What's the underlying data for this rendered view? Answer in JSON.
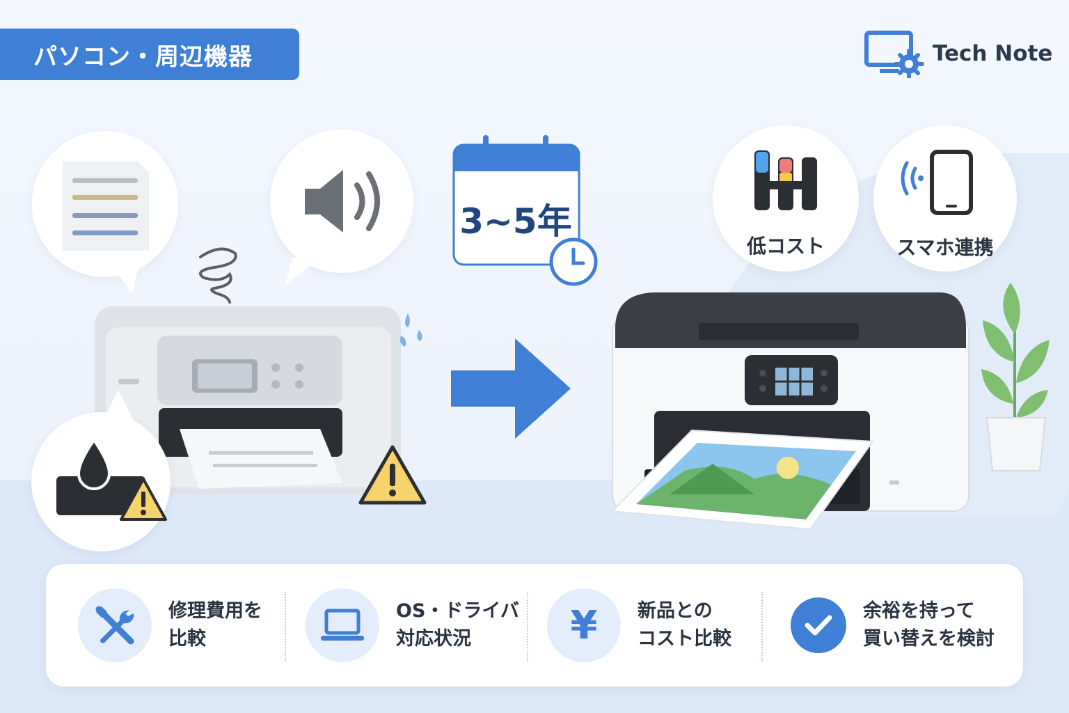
{
  "header": {
    "category_label": "パソコン・周辺機器",
    "brand_name": "Tech Note",
    "brand_icon": "monitor-gear-icon"
  },
  "illustration": {
    "old_printer_icons": [
      "faded-document-icon",
      "speaker-noise-icon",
      "ink-leak-icon",
      "warning-icon",
      "tangle-icon"
    ],
    "calendar_text": "3~5年",
    "arrow_icon": "right-arrow-icon",
    "new_printer_features": [
      {
        "icon": "ink-tank-icon",
        "label": "低コスト"
      },
      {
        "icon": "smartphone-wifi-icon",
        "label": "スマホ連携"
      }
    ]
  },
  "features": [
    {
      "icon": "tools-icon",
      "line1": "修理費用を",
      "line2": "比較"
    },
    {
      "icon": "laptop-icon",
      "line1": "OS・ドライバ",
      "line2": "対応状況"
    },
    {
      "icon": "yen-icon",
      "line1": "新品との",
      "line2": "コスト比較"
    },
    {
      "icon": "check-icon",
      "line1": "余裕を持って",
      "line2": "買い替えを検討"
    }
  ],
  "colors": {
    "accent": "#3f7fd6",
    "warning": "#f6d36b",
    "background": "#f1f6fd"
  }
}
